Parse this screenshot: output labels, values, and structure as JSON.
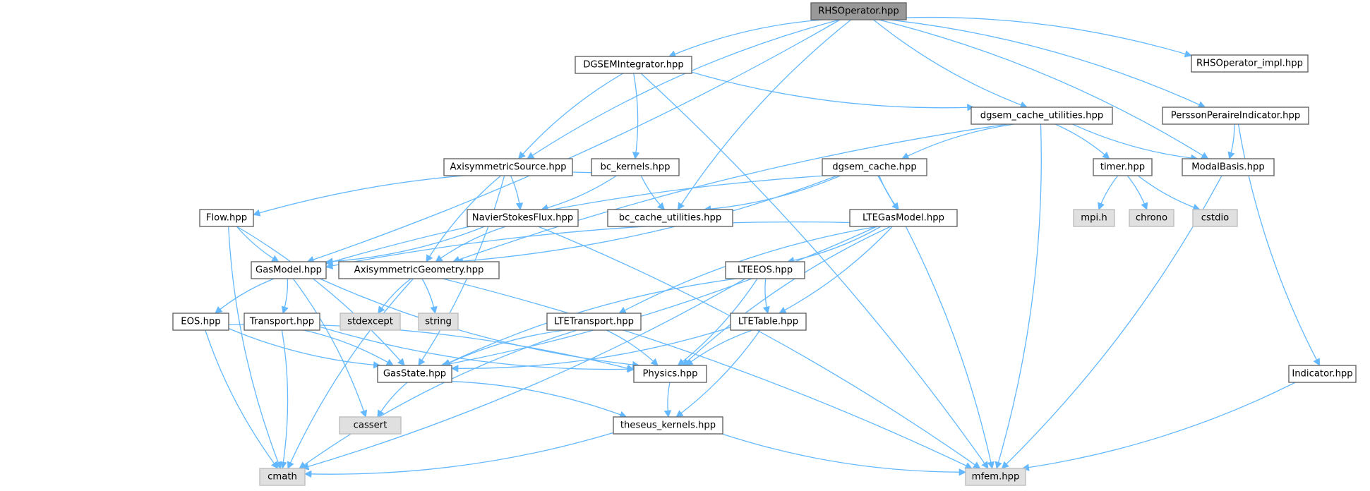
{
  "root": "RHSOperator.hpp",
  "colors": {
    "edge": "#63b8ff",
    "node_border": "#666666",
    "system_fill": "#e0e0e0",
    "root_fill": "#999999"
  },
  "nodes": [
    {
      "id": "rhs",
      "label": "RHSOperator.hpp",
      "kind": "root"
    },
    {
      "id": "dgsemint",
      "label": "DGSEMIntegrator.hpp",
      "kind": "normal"
    },
    {
      "id": "rhsimpl",
      "label": "RHSOperator_impl.hpp",
      "kind": "normal"
    },
    {
      "id": "cacheutil",
      "label": "dgsem_cache_utilities.hpp",
      "kind": "normal"
    },
    {
      "id": "persson",
      "label": "PerssonPeraireIndicator.hpp",
      "kind": "normal"
    },
    {
      "id": "axisrc",
      "label": "AxisymmetricSource.hpp",
      "kind": "normal"
    },
    {
      "id": "bckern",
      "label": "bc_kernels.hpp",
      "kind": "normal"
    },
    {
      "id": "cache",
      "label": "dgsem_cache.hpp",
      "kind": "normal"
    },
    {
      "id": "timer",
      "label": "timer.hpp",
      "kind": "normal"
    },
    {
      "id": "modal",
      "label": "ModalBasis.hpp",
      "kind": "normal"
    },
    {
      "id": "flow",
      "label": "Flow.hpp",
      "kind": "normal"
    },
    {
      "id": "nsflux",
      "label": "NavierStokesFlux.hpp",
      "kind": "normal"
    },
    {
      "id": "bcutil",
      "label": "bc_cache_utilities.hpp",
      "kind": "normal"
    },
    {
      "id": "ltegas",
      "label": "LTEGasModel.hpp",
      "kind": "normal"
    },
    {
      "id": "mpi",
      "label": "mpi.h",
      "kind": "system"
    },
    {
      "id": "chrono",
      "label": "chrono",
      "kind": "system"
    },
    {
      "id": "cstdio",
      "label": "cstdio",
      "kind": "system"
    },
    {
      "id": "gasmodel",
      "label": "GasModel.hpp",
      "kind": "normal"
    },
    {
      "id": "axigeo",
      "label": "AxisymmetricGeometry.hpp",
      "kind": "normal"
    },
    {
      "id": "lteeos",
      "label": "LTEEOS.hpp",
      "kind": "normal"
    },
    {
      "id": "eos",
      "label": "EOS.hpp",
      "kind": "normal"
    },
    {
      "id": "transport",
      "label": "Transport.hpp",
      "kind": "normal"
    },
    {
      "id": "stdexcept",
      "label": "stdexcept",
      "kind": "system"
    },
    {
      "id": "string",
      "label": "string",
      "kind": "system"
    },
    {
      "id": "ltetrans",
      "label": "LTETransport.hpp",
      "kind": "normal"
    },
    {
      "id": "ltetable",
      "label": "LTETable.hpp",
      "kind": "normal"
    },
    {
      "id": "gasstate",
      "label": "GasState.hpp",
      "kind": "normal"
    },
    {
      "id": "physics",
      "label": "Physics.hpp",
      "kind": "normal"
    },
    {
      "id": "indicator",
      "label": "Indicator.hpp",
      "kind": "normal"
    },
    {
      "id": "cassert",
      "label": "cassert",
      "kind": "system"
    },
    {
      "id": "theseus",
      "label": "theseus_kernels.hpp",
      "kind": "normal"
    },
    {
      "id": "cmath",
      "label": "cmath",
      "kind": "system"
    },
    {
      "id": "mfem",
      "label": "mfem.hpp",
      "kind": "system"
    }
  ],
  "edges": [
    [
      "rhs",
      "dgsemint"
    ],
    [
      "rhs",
      "rhsimpl"
    ],
    [
      "rhs",
      "cacheutil"
    ],
    [
      "rhs",
      "persson"
    ],
    [
      "rhs",
      "axisrc"
    ],
    [
      "rhs",
      "gasmodel"
    ],
    [
      "rhs",
      "bcutil"
    ],
    [
      "rhs",
      "modal"
    ],
    [
      "dgsemint",
      "axisrc"
    ],
    [
      "dgsemint",
      "bckern"
    ],
    [
      "dgsemint",
      "cacheutil"
    ],
    [
      "dgsemint",
      "mfem"
    ],
    [
      "cacheutil",
      "cache"
    ],
    [
      "cacheutil",
      "timer"
    ],
    [
      "cacheutil",
      "modal"
    ],
    [
      "cacheutil",
      "mfem"
    ],
    [
      "cacheutil",
      "axigeo"
    ],
    [
      "persson",
      "modal"
    ],
    [
      "persson",
      "indicator"
    ],
    [
      "axisrc",
      "nsflux"
    ],
    [
      "axisrc",
      "axigeo"
    ],
    [
      "axisrc",
      "gasstate"
    ],
    [
      "bckern",
      "flow"
    ],
    [
      "bckern",
      "nsflux"
    ],
    [
      "bckern",
      "bcutil"
    ],
    [
      "cache",
      "bcutil"
    ],
    [
      "cache",
      "ltegas"
    ],
    [
      "cache",
      "axigeo"
    ],
    [
      "cache",
      "gasmodel"
    ],
    [
      "cache",
      "mfem"
    ],
    [
      "timer",
      "mpi"
    ],
    [
      "timer",
      "chrono"
    ],
    [
      "timer",
      "cstdio"
    ],
    [
      "modal",
      "mfem"
    ],
    [
      "flow",
      "gasmodel"
    ],
    [
      "flow",
      "gasstate"
    ],
    [
      "flow",
      "cmath"
    ],
    [
      "nsflux",
      "gasmodel"
    ],
    [
      "nsflux",
      "axigeo"
    ],
    [
      "nsflux",
      "mfem"
    ],
    [
      "ltegas",
      "gasmodel"
    ],
    [
      "ltegas",
      "lteeos"
    ],
    [
      "ltegas",
      "ltetrans"
    ],
    [
      "ltegas",
      "ltetable"
    ],
    [
      "ltegas",
      "physics"
    ],
    [
      "ltegas",
      "gasstate"
    ],
    [
      "gasmodel",
      "eos"
    ],
    [
      "gasmodel",
      "transport"
    ],
    [
      "gasmodel",
      "physics"
    ],
    [
      "gasmodel",
      "cassert"
    ],
    [
      "axigeo",
      "stdexcept"
    ],
    [
      "axigeo",
      "string"
    ],
    [
      "axigeo",
      "cmath"
    ],
    [
      "axigeo",
      "mfem"
    ],
    [
      "lteeos",
      "ltetable"
    ],
    [
      "lteeos",
      "physics"
    ],
    [
      "lteeos",
      "gasstate"
    ],
    [
      "lteeos",
      "cmath"
    ],
    [
      "eos",
      "gasstate"
    ],
    [
      "eos",
      "physics"
    ],
    [
      "eos",
      "cmath"
    ],
    [
      "transport",
      "gasstate"
    ],
    [
      "transport",
      "physics"
    ],
    [
      "transport",
      "cmath"
    ],
    [
      "ltetrans",
      "gasstate"
    ],
    [
      "ltetrans",
      "physics"
    ],
    [
      "ltetrans",
      "cmath"
    ],
    [
      "ltetable",
      "gasstate"
    ],
    [
      "ltetable",
      "physics"
    ],
    [
      "ltetable",
      "theseus"
    ],
    [
      "gasstate",
      "cassert"
    ],
    [
      "gasstate",
      "theseus"
    ],
    [
      "physics",
      "theseus"
    ],
    [
      "theseus",
      "cmath"
    ],
    [
      "theseus",
      "mfem"
    ],
    [
      "indicator",
      "mfem"
    ]
  ]
}
